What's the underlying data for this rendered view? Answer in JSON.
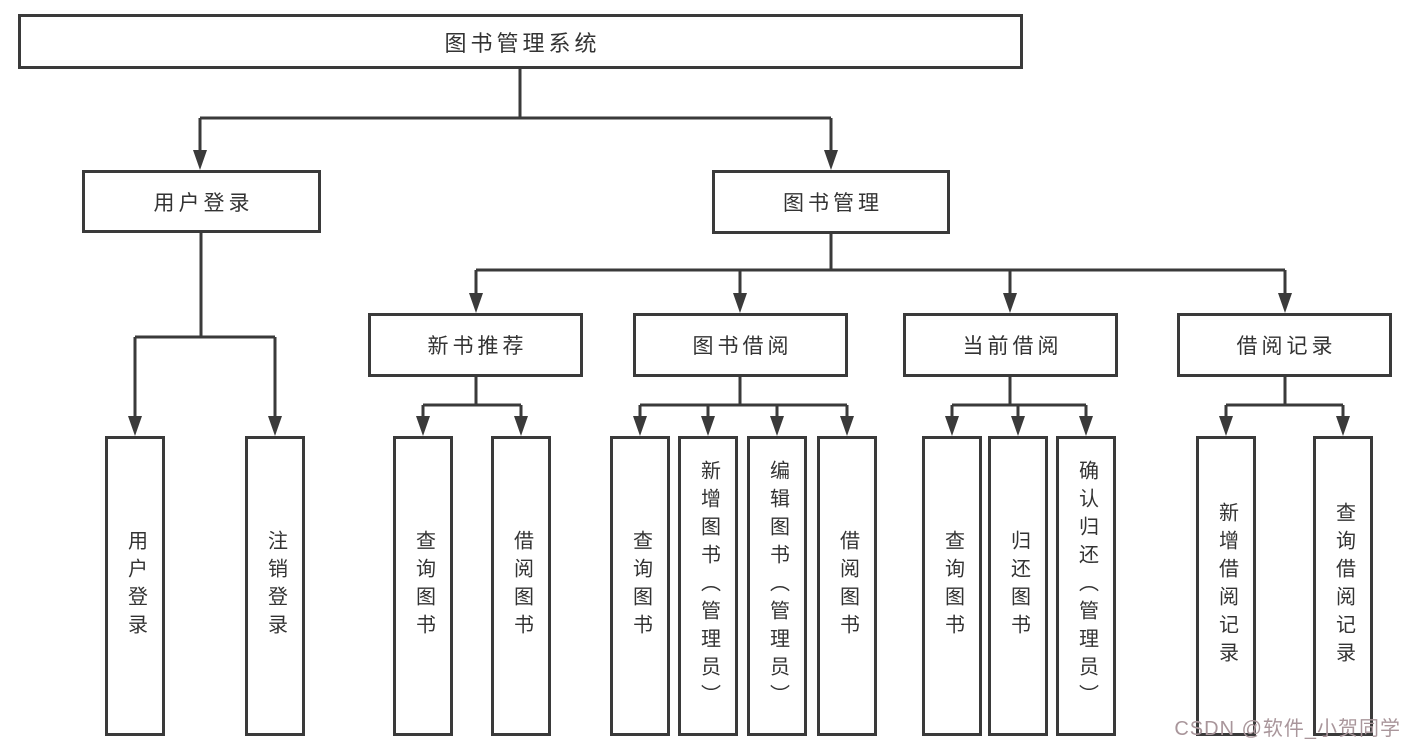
{
  "diagram": {
    "title": "图书管理系统",
    "level2": [
      "用户登录",
      "图书管理"
    ],
    "level3": [
      "新书推荐",
      "图书借阅",
      "当前借阅",
      "借阅记录"
    ],
    "leaves": [
      "用户登录",
      "注销登录",
      "查询图书",
      "借阅图书",
      "查询图书",
      "新增图书（管理员）",
      "编辑图书（管理员）",
      "借阅图书",
      "查询图书",
      "归还图书",
      "确认归还（管理员）",
      "新增借阅记录",
      "查询借阅记录"
    ]
  },
  "watermark": "CSDN @软件_小贺同学",
  "colors": {
    "line": "#3a3a3a",
    "box_border": "#3a3a3a",
    "text": "#333333",
    "watermark": "#a9969b",
    "background": "#ffffff"
  }
}
